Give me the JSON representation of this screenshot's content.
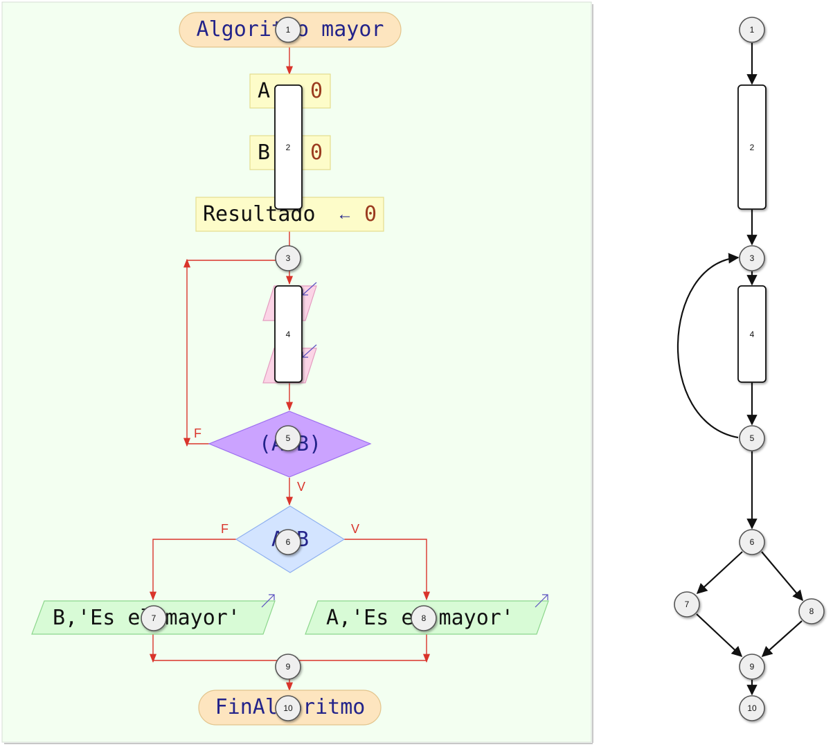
{
  "flowchart": {
    "start_label": "Algoritmo mayor",
    "assign_a": {
      "var": "A",
      "value": "0"
    },
    "assign_b": {
      "var": "B",
      "value": "0"
    },
    "assign_result": {
      "var": "Resultado",
      "arrow": "←",
      "value": "0"
    },
    "loop_condition": "(A>B)",
    "loop_false_label": "F",
    "loop_true_label": "V",
    "decision_condition": "A>B",
    "decision_false_label": "F",
    "decision_true_label": "V",
    "output_left": "B,'Es el mayor'",
    "output_right": "A,'Es el mayor'",
    "end_label": "FinAlgoritmo"
  },
  "overlay_nodes": [
    "1",
    "2",
    "3",
    "4",
    "5",
    "6",
    "7",
    "8",
    "9",
    "10"
  ],
  "graph_nodes": [
    "1",
    "2",
    "3",
    "4",
    "5",
    "6",
    "7",
    "8",
    "9",
    "10"
  ],
  "colors": {
    "panel_bg": "#f3fff1",
    "terminal_fill": "#fde5bf",
    "terminal_stroke": "#e2c48c",
    "terminal_text": "#23238a",
    "assign_fill": "#fdfcc9",
    "assign_stroke": "#e3dd8e",
    "number_text": "#9b3b1f",
    "input_fill": "#fbd4e6",
    "input_stroke": "#e49cc0",
    "loop_fill": "#cba3ff",
    "loop_stroke": "#9c6df0",
    "decision_fill": "#d3e4ff",
    "decision_stroke": "#8fb0f0",
    "output_fill": "#d8fbd6",
    "output_stroke": "#8cd68c",
    "flow_line": "#d9342b",
    "graph_line": "#111111",
    "node_fill": "#efefef",
    "node_stroke": "#555555"
  }
}
